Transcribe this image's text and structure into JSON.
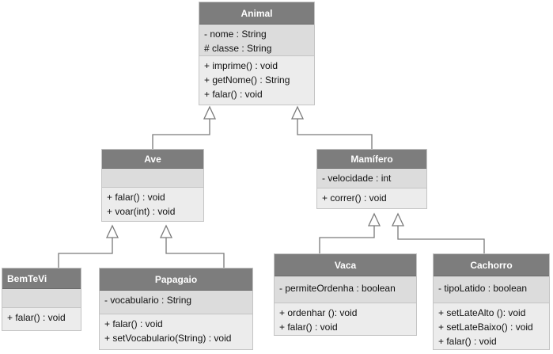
{
  "classes": {
    "animal": {
      "name": "Animal",
      "attributes": [
        "- nome : String",
        "# classe : String"
      ],
      "operations": [
        "+ imprime() : void",
        "+ getNome() : String",
        "+ falar() : void"
      ]
    },
    "ave": {
      "name": "Ave",
      "attributes": [],
      "operations": [
        "+ falar() : void",
        "+ voar(int) : void"
      ]
    },
    "mamifero": {
      "name": "Mamífero",
      "attributes": [
        "- velocidade  : int"
      ],
      "operations": [
        "+ correr()   : void"
      ]
    },
    "bemtevi": {
      "name": "BemTeVi",
      "attributes": [],
      "operations": [
        "+ falar() : void"
      ]
    },
    "papagaio": {
      "name": "Papagaio",
      "attributes": [
        "- vocabulario : String"
      ],
      "operations": [
        "+ falar() : void",
        "+ setVocabulario(String)  : void"
      ]
    },
    "vaca": {
      "name": "Vaca",
      "attributes": [
        "- permiteOrdenha  : boolean"
      ],
      "operations": [
        "+ ordenhar (): void",
        "+ falar() : void"
      ]
    },
    "cachorro": {
      "name": "Cachorro",
      "attributes": [
        "- tipoLatido  : boolean"
      ],
      "operations": [
        "+ setLateAlto (): void",
        "+ setLateBaixo() : void",
        "+ falar()  : void"
      ]
    }
  },
  "colors": {
    "header": "#7d7d7d",
    "attributes_bg": "#dcdcdc",
    "operations_bg": "#ececec",
    "connector": "#7a7a7a"
  }
}
